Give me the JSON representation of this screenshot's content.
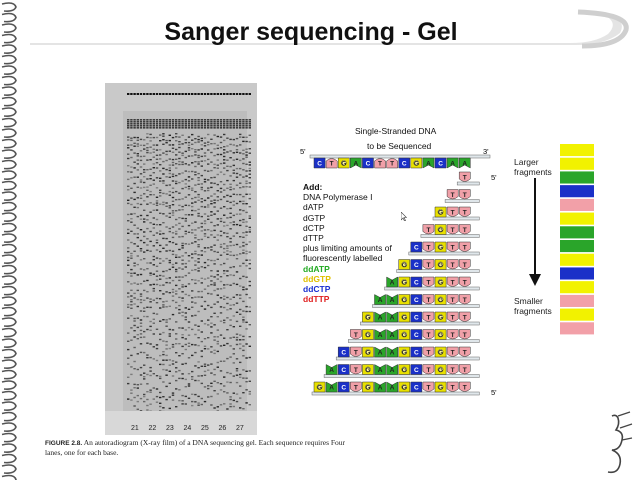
{
  "slide": {
    "title": "Sanger sequencing - Gel"
  },
  "gel": {
    "lane_numbers": [
      "21",
      "22",
      "23",
      "24",
      "25",
      "26",
      "27"
    ]
  },
  "caption": {
    "label": "FIGURE 2.8.",
    "text": "An autoradiogram (X-ray film) of a DNA sequencing gel. Each sequence requires Four lanes, one for each base."
  },
  "diagram": {
    "heading": "Single-Stranded DNA",
    "subheading": "to be Sequenced",
    "five_prime": "5'",
    "three_prime": "3'",
    "template": [
      "C",
      "T",
      "G",
      "A",
      "C",
      "T",
      "T",
      "C",
      "G",
      "A",
      "C",
      "A",
      "A"
    ],
    "add_heading": "Add:",
    "reagents": [
      "DNA Polymerase I",
      "dATP",
      "dGTP",
      "dCTP",
      "dTTP",
      "plus limiting amounts of",
      "fluorescently labelled"
    ],
    "dideoxy": [
      {
        "label": "ddATP",
        "color": "#22aa22"
      },
      {
        "label": "ddGTP",
        "color": "#e0c000"
      },
      {
        "label": "ddCTP",
        "color": "#1a2fd0"
      },
      {
        "label": "ddTTP",
        "color": "#e02020"
      }
    ],
    "bottom_five_prime": "5'"
  },
  "colors": {
    "A": "#2aa52a",
    "T": "#f0a0a8",
    "G": "#e8e000",
    "C": "#1a30c8"
  },
  "strip": {
    "larger_label": "Larger fragments",
    "smaller_label": "Smaller fragments",
    "bands": [
      "#f2f200",
      "#f2f200",
      "#2aa52a",
      "#1a30c8",
      "#f2a0a8",
      "#f2f200",
      "#2aa52a",
      "#2aa52a",
      "#f2f200",
      "#1a30c8",
      "#f2f200",
      "#f2a0a8",
      "#f2f200",
      "#f2a0a8"
    ]
  }
}
